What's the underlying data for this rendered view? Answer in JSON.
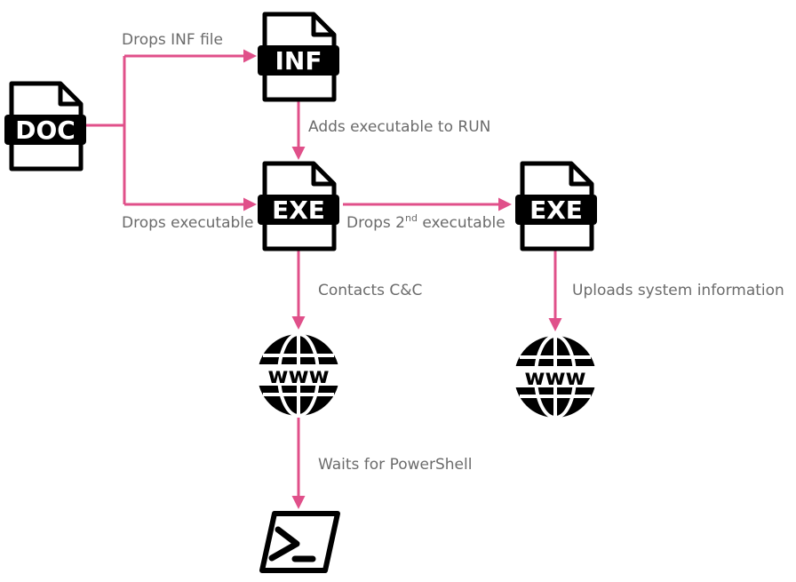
{
  "colors": {
    "connector": "#e0508a",
    "icon": "#000000",
    "label": "#6b6b6b"
  },
  "nodes": {
    "doc": {
      "badge": "DOC",
      "icon": "file-icon"
    },
    "inf": {
      "badge": "INF",
      "icon": "file-icon"
    },
    "exe1": {
      "badge": "EXE",
      "icon": "file-icon"
    },
    "exe2": {
      "badge": "EXE",
      "icon": "file-icon"
    },
    "web1": {
      "text": "www",
      "icon": "globe-icon"
    },
    "web2": {
      "text": "www",
      "icon": "globe-icon"
    },
    "powershell": {
      "icon": "powershell-icon"
    }
  },
  "edges": {
    "drops_inf": "Drops INF file",
    "adds_run": "Adds executable to RUN",
    "drops_exe": "Drops executable",
    "drops_2nd_prefix": "Drops 2",
    "drops_2nd_sup": "nd",
    "drops_2nd_suffix": " executable",
    "contacts_cc": "Contacts C&C",
    "uploads": "Uploads system information",
    "waits_ps": "Waits for PowerShell"
  }
}
